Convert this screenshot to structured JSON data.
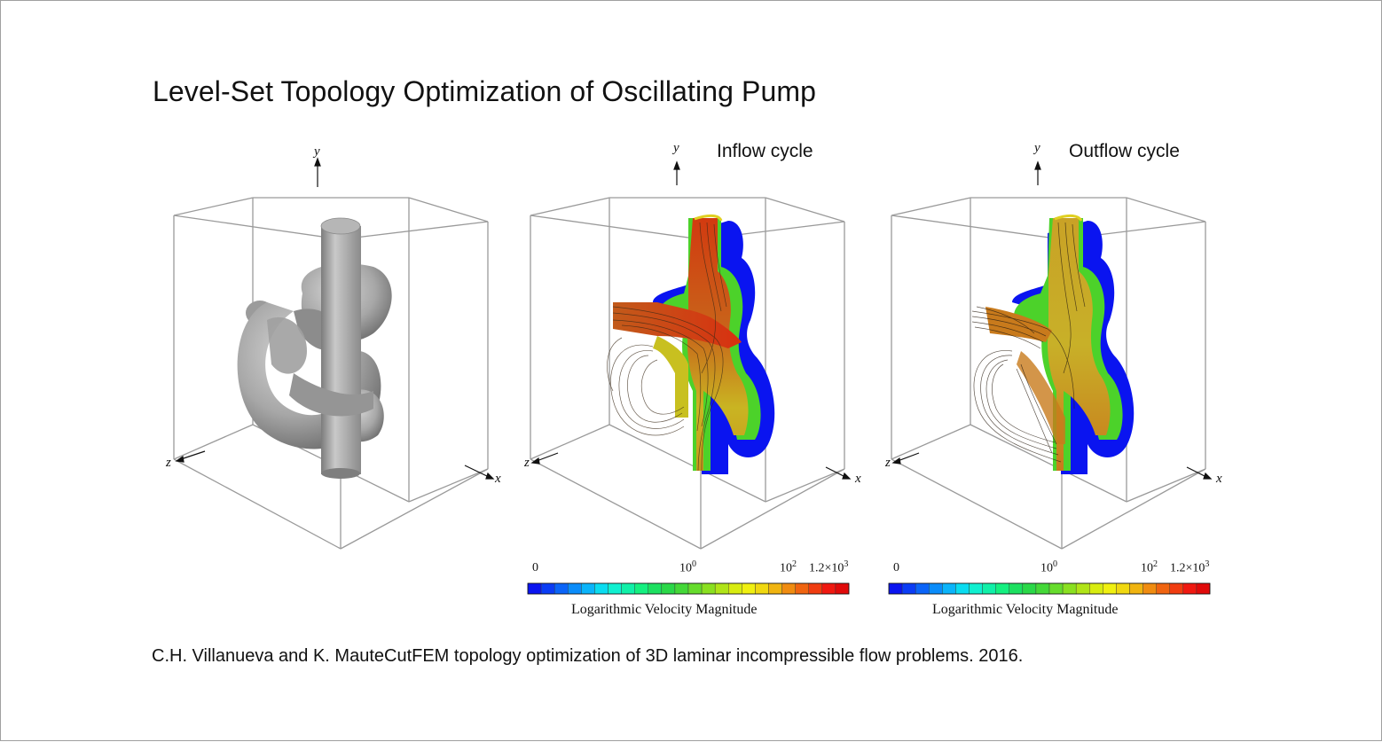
{
  "title": "Level-Set Topology Optimization of Oscillating Pump",
  "caption": "C.H. Villanueva and K. MauteCutFEM topology optimization of 3D laminar incompressible flow problems. 2016.",
  "panels": [
    {
      "label": "",
      "axes": {
        "y": "y",
        "z": "z",
        "x": "x"
      }
    },
    {
      "label": "Inflow cycle",
      "axes": {
        "y": "y",
        "z": "z",
        "x": "x"
      }
    },
    {
      "label": "Outflow cycle",
      "axes": {
        "y": "y",
        "z": "z",
        "x": "x"
      }
    }
  ],
  "colorbar": {
    "title": "Logarithmic Velocity Magnitude",
    "ticks": [
      "0",
      "10",
      "10",
      "1.2×10"
    ],
    "tick_exponents": [
      "",
      "0",
      "2",
      "3"
    ],
    "colors": [
      "#0a14f0",
      "#0a3cf5",
      "#0a64f8",
      "#0a8cfa",
      "#0ab4fa",
      "#0adcf0",
      "#10f0d0",
      "#10f0a8",
      "#14f080",
      "#1ce060",
      "#2ad848",
      "#44d838",
      "#66dc2c",
      "#8ae020",
      "#b0e418",
      "#d8ec10",
      "#f0f010",
      "#f0d810",
      "#f0b410",
      "#f08c10",
      "#f06410",
      "#f03c10",
      "#f01810",
      "#e00a0a"
    ]
  }
}
